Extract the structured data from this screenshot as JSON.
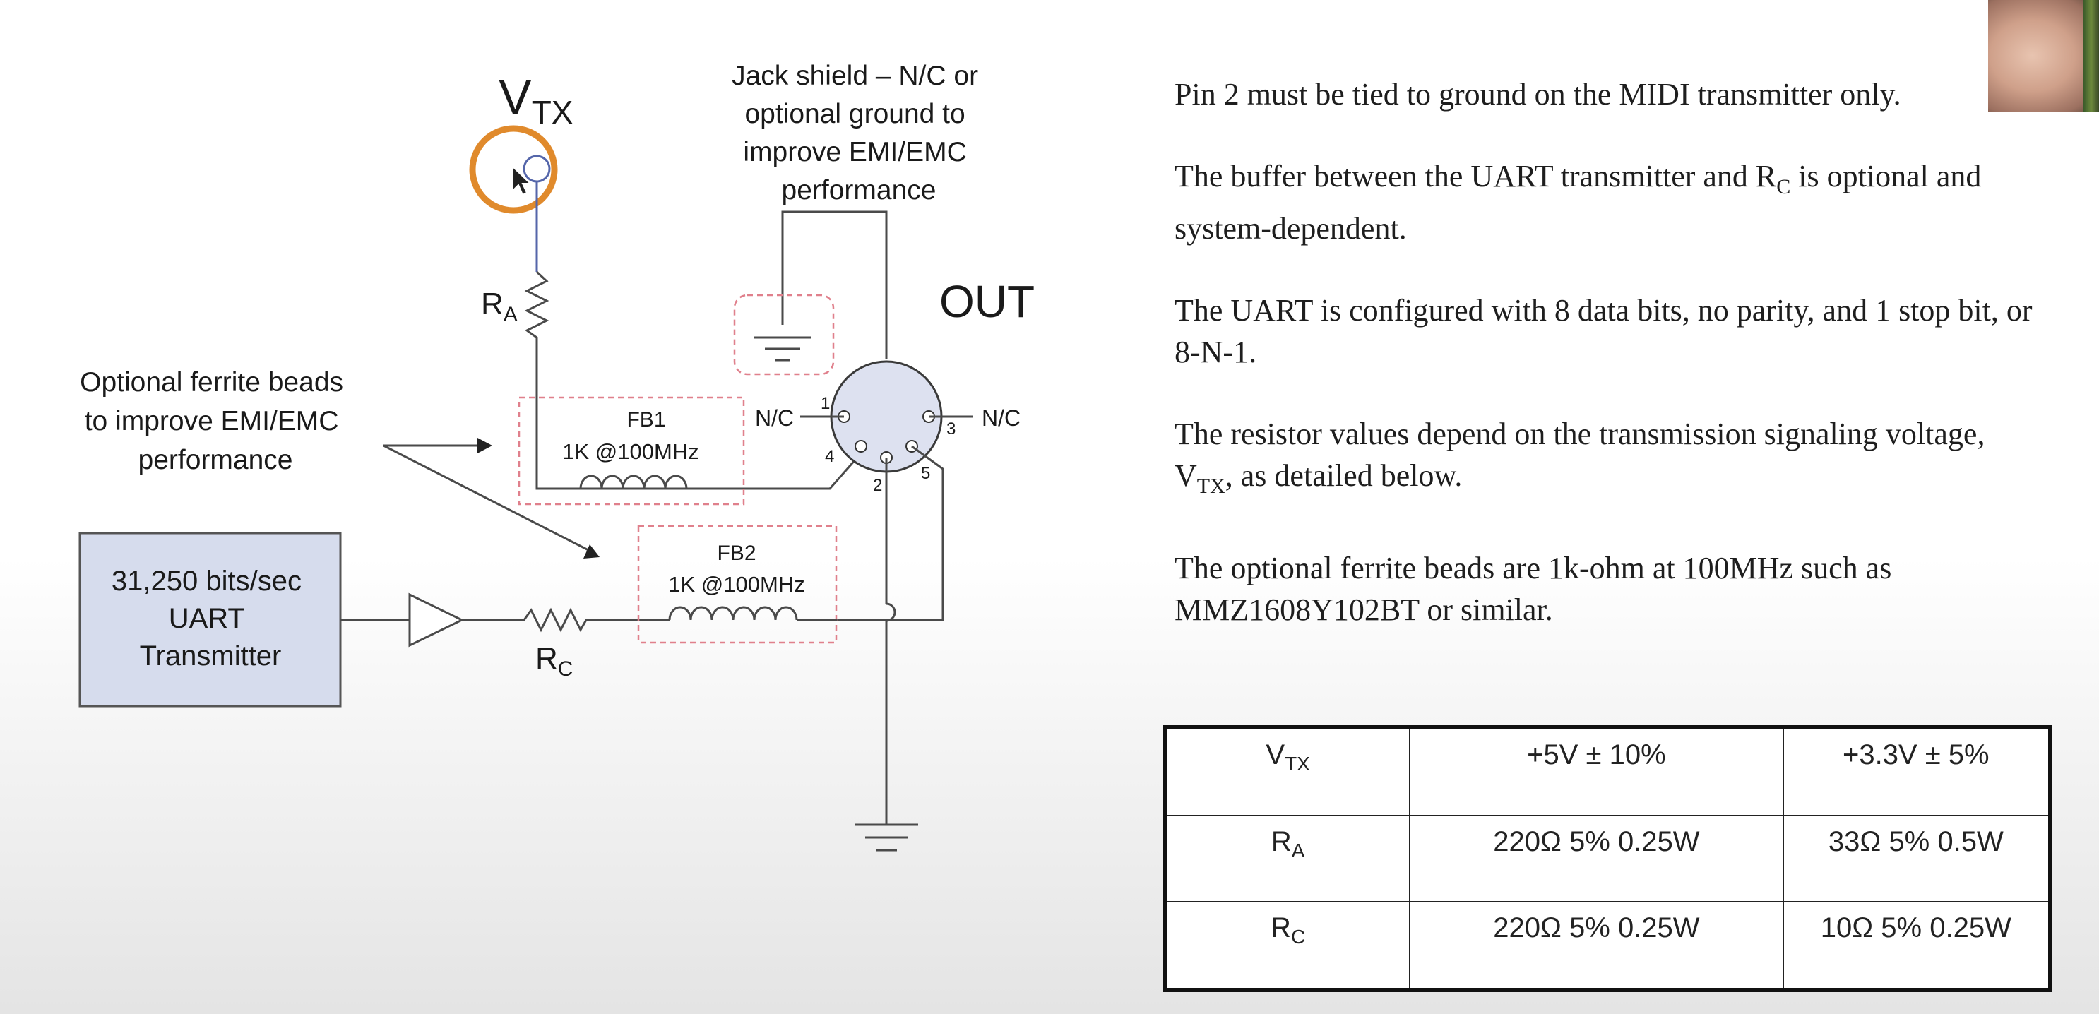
{
  "diagram": {
    "vtx_label_main": "V",
    "vtx_label_sub": "TX",
    "jack_shield_lines": [
      "Jack shield – N/C or",
      "optional ground to",
      "improve EMI/EMC",
      "performance"
    ],
    "out_label": "OUT",
    "ra_main": "R",
    "ra_sub": "A",
    "rc_main": "R",
    "rc_sub": "C",
    "ferrite_note_lines": [
      "Optional ferrite beads",
      "to improve EMI/EMC",
      "performance"
    ],
    "fb1_name": "FB1",
    "fb1_value": "1K @100MHz",
    "fb2_name": "FB2",
    "fb2_value": "1K @100MHz",
    "uart_lines": [
      "31,250 bits/sec",
      "UART",
      "Transmitter"
    ],
    "nc_left": "N/C",
    "nc_right": "N/C",
    "pins": {
      "p1": "1",
      "p2": "2",
      "p3": "3",
      "p4": "4",
      "p5": "5"
    }
  },
  "notes": [
    {
      "text": "Pin 2 must be tied to ground on the MIDI transmitter only."
    },
    {
      "pre": "The buffer between the UART transmitter and R",
      "sub": "C",
      "post": " is optional and system-dependent."
    },
    {
      "text": "The UART is configured with 8 data bits, no parity, and 1 stop bit, or 8-N-1."
    },
    {
      "pre": "The resistor values depend on the transmission signaling voltage, V",
      "sub": "TX",
      "post": ", as detailed below."
    },
    {
      "text": "The optional ferrite beads are 1k-ohm at 100MHz such as MMZ1608Y102BT or similar."
    }
  ],
  "table": {
    "header": {
      "label_main": "V",
      "label_sub": "TX",
      "col1": "+5V ± 10%",
      "col2": "+3.3V ± 5%"
    },
    "rows": [
      {
        "label_main": "R",
        "label_sub": "A",
        "col1": "220Ω 5% 0.25W",
        "col2": "33Ω 5% 0.5W"
      },
      {
        "label_main": "R",
        "label_sub": "C",
        "col1": "220Ω 5% 0.25W",
        "col2": "10Ω 5% 0.25W"
      }
    ]
  },
  "colors": {
    "highlight_ring": "#e08a2c",
    "ferrite_box": "#e0808c",
    "uart_fill": "#d6dced",
    "connector_fill": "#dde1f0"
  }
}
